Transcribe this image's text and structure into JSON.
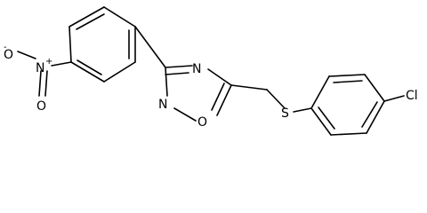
{
  "structure": {
    "atoms": {
      "oxide_o": "O",
      "oxide_charge": "-",
      "nitro_n": "N",
      "nitro_charge": "+",
      "nitro_o": "O",
      "ring_n_top": "N",
      "ring_n_left": "N",
      "ring_o": "O",
      "sulfur": "S",
      "chlorine": "Cl"
    },
    "colors": {
      "bond": "#000000",
      "label": "#000000",
      "background": "#ffffff"
    }
  }
}
